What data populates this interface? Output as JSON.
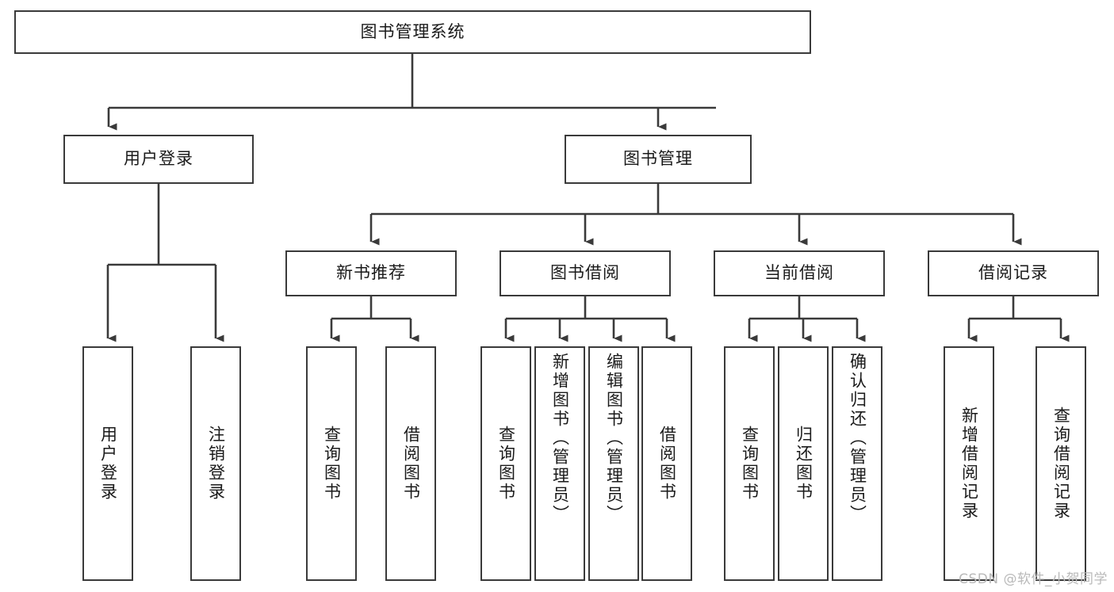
{
  "diagram": {
    "kind": "tree-hierarchy-chart",
    "title_text": "图书管理系统",
    "stroke_color": "#3a3a3a",
    "fill_color": "#ffffff",
    "text_color": "#1a1a1a",
    "watermark": "CSDN @软件_小贺同学"
  },
  "nodes": {
    "root": {
      "label": "图书管理系统"
    },
    "level2": [
      {
        "id": "user-login",
        "label": "用户登录"
      },
      {
        "id": "book-management",
        "label": "图书管理"
      }
    ],
    "level3": [
      {
        "id": "new-book-recommend",
        "label": "新书推荐"
      },
      {
        "id": "book-borrow",
        "label": "图书借阅"
      },
      {
        "id": "current-borrow",
        "label": "当前借阅"
      },
      {
        "id": "borrow-record",
        "label": "借阅记录"
      }
    ],
    "leaves": {
      "user_login": [
        {
          "id": "leaf-user-login",
          "label": "用户登录"
        },
        {
          "id": "leaf-logout-login",
          "label": "注销登录"
        }
      ],
      "new_book_recommend": [
        {
          "id": "leaf-query-book-1",
          "label": "查询图书"
        },
        {
          "id": "leaf-borrow-book-1",
          "label": "借阅图书"
        }
      ],
      "book_borrow": [
        {
          "id": "leaf-query-book-2",
          "label": "查询图书"
        },
        {
          "id": "leaf-add-book",
          "label": "新增图书（管理员）"
        },
        {
          "id": "leaf-edit-book",
          "label": "编辑图书（管理员）"
        },
        {
          "id": "leaf-borrow-book-2",
          "label": "借阅图书"
        }
      ],
      "current_borrow": [
        {
          "id": "leaf-query-book-3",
          "label": "查询图书"
        },
        {
          "id": "leaf-return-book",
          "label": "归还图书"
        },
        {
          "id": "leaf-confirm-return",
          "label": "确认归还（管理员）"
        }
      ],
      "borrow_record": [
        {
          "id": "leaf-add-record",
          "label": "新增借阅记录"
        },
        {
          "id": "leaf-query-record",
          "label": "查询借阅记录"
        }
      ]
    }
  }
}
